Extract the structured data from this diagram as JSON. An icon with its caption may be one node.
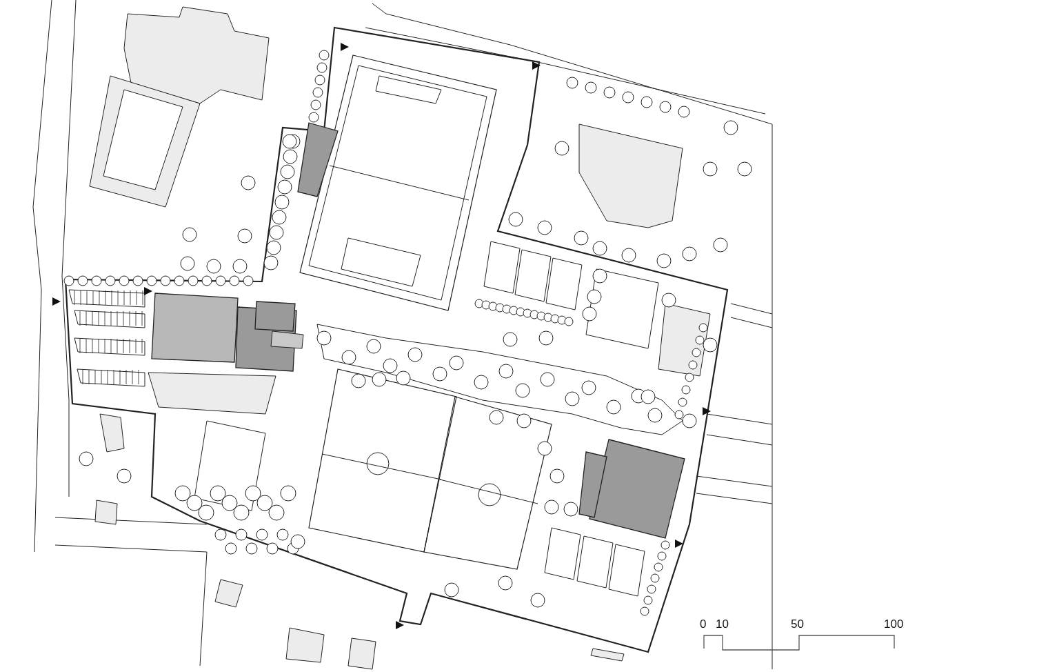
{
  "diagram": {
    "labels": [
      "0",
      "10",
      "50",
      "100"
    ]
  }
}
